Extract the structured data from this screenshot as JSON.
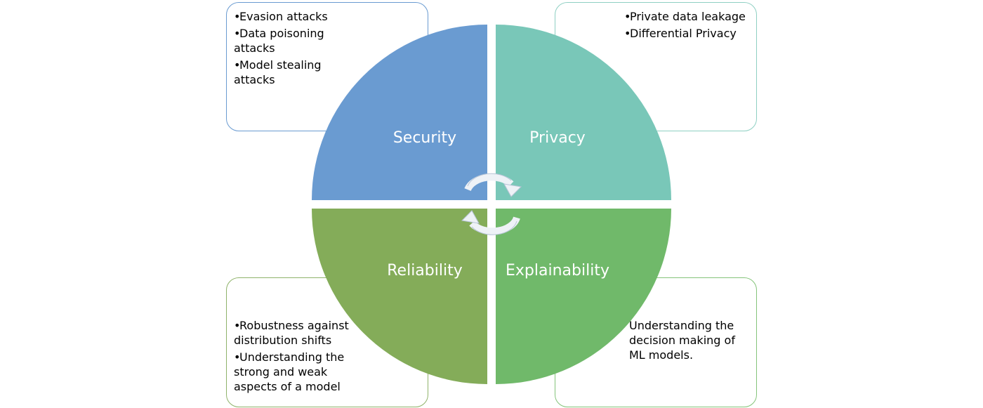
{
  "quadrants": {
    "security": {
      "label": "Security",
      "color": "#6a9bd1",
      "items": [
        "Evasion attacks",
        "Data poisoning attacks",
        "Model stealing attacks"
      ]
    },
    "privacy": {
      "label": "Privacy",
      "color": "#79c7b8",
      "items": [
        "Private data leakage",
        "Differential Privacy"
      ]
    },
    "reliability": {
      "label": "Reliability",
      "color": "#84ac59",
      "items": [
        "Robustness against distribution shifts",
        "Understanding the strong and weak aspects of a model"
      ]
    },
    "explainability": {
      "label": "Explainability",
      "color": "#70b96a",
      "text": "Understanding the decision making of ML models."
    }
  },
  "bullet": "•"
}
